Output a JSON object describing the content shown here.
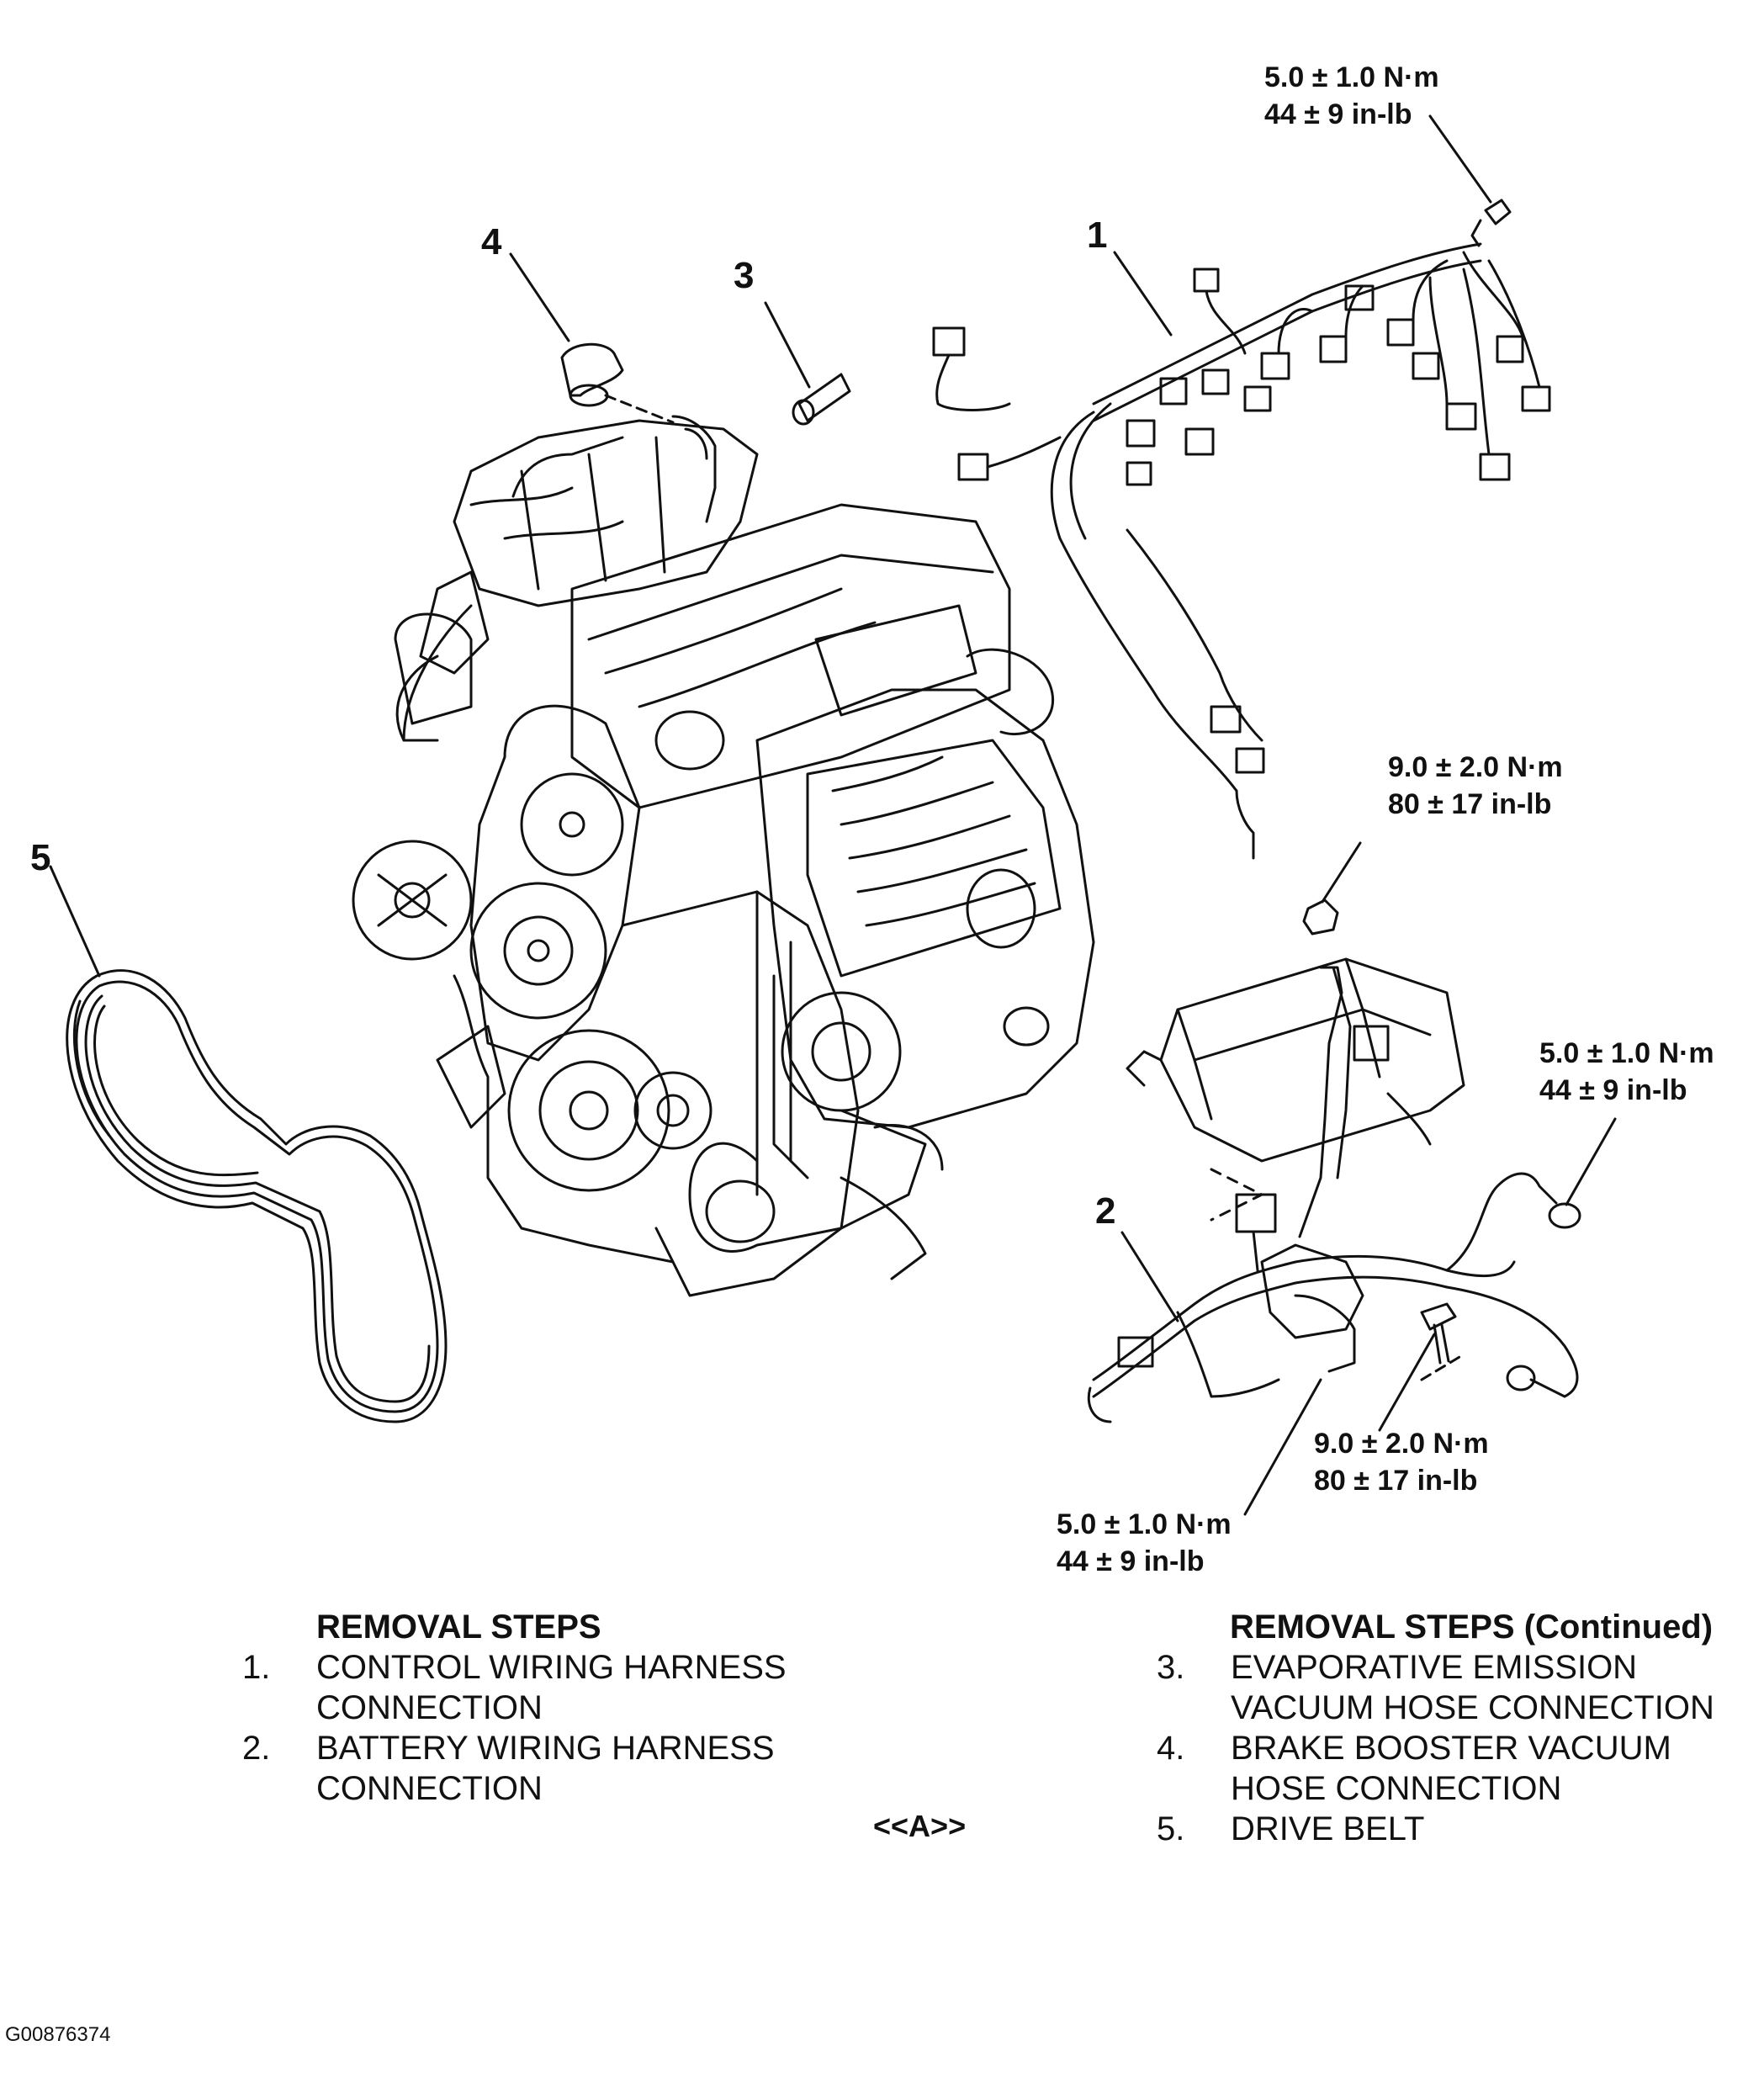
{
  "callouts": {
    "c1": "1",
    "c2": "2",
    "c3": "3",
    "c4": "4",
    "c5": "5"
  },
  "torques": {
    "t_top": {
      "nm": "5.0 ± 1.0 N·m",
      "inlb": "44 ± 9 in-lb"
    },
    "t_battery_nut": {
      "nm": "9.0 ± 2.0 N·m",
      "inlb": "80 ± 17 in-lb"
    },
    "t_right": {
      "nm": "5.0 ± 1.0 N·m",
      "inlb": "44 ± 9 in-lb"
    },
    "t_bolt": {
      "nm": "9.0 ± 2.0 N·m",
      "inlb": "80 ± 17 in-lb"
    },
    "t_terminal": {
      "nm": "5.0 ± 1.0 N·m",
      "inlb": "44 ± 9 in-lb"
    }
  },
  "removal_steps": {
    "heading": "REMOVAL STEPS",
    "items": [
      {
        "num": "1.",
        "text": "CONTROL WIRING HARNESS CONNECTION"
      },
      {
        "num": "2.",
        "text": "BATTERY WIRING HARNESS CONNECTION"
      }
    ]
  },
  "removal_steps_continued": {
    "heading": "REMOVAL STEPS (Continued)",
    "items": [
      {
        "num": "3.",
        "text": "EVAPORATIVE EMISSION VACUUM HOSE CONNECTION"
      },
      {
        "num": "4.",
        "text": "BRAKE BOOSTER VACUUM HOSE CONNECTION"
      },
      {
        "num": "5.",
        "text": "DRIVE BELT"
      }
    ]
  },
  "note_a": "<<A>>",
  "figure_id": "G00876374"
}
